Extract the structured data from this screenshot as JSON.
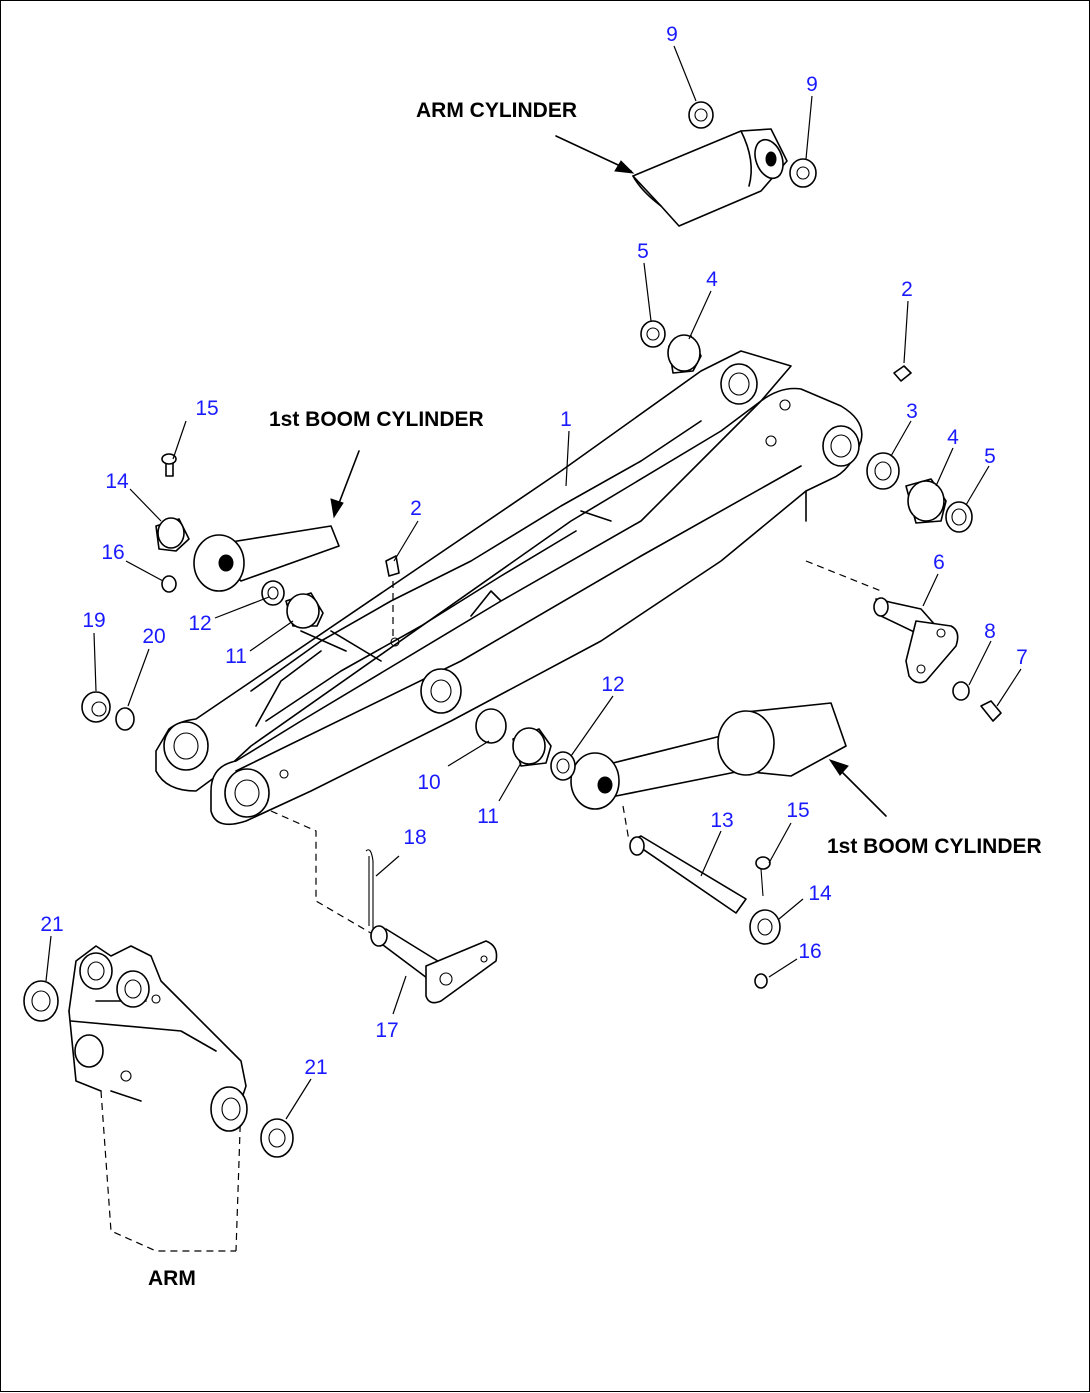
{
  "labels": {
    "arm_cylinder": "ARM CYLINDER",
    "boom_cylinder_upper": "1st BOOM CYLINDER",
    "boom_cylinder_lower": "1st BOOM CYLINDER",
    "arm": "ARM"
  },
  "callouts": [
    "1",
    "2",
    "2",
    "3",
    "4",
    "4",
    "5",
    "5",
    "6",
    "7",
    "8",
    "9",
    "9",
    "10",
    "11",
    "11",
    "12",
    "12",
    "13",
    "14",
    "14",
    "15",
    "15",
    "16",
    "16",
    "17",
    "18",
    "19",
    "20",
    "21",
    "21"
  ],
  "colors": {
    "callout": "#1a1aff",
    "line": "#000000"
  }
}
